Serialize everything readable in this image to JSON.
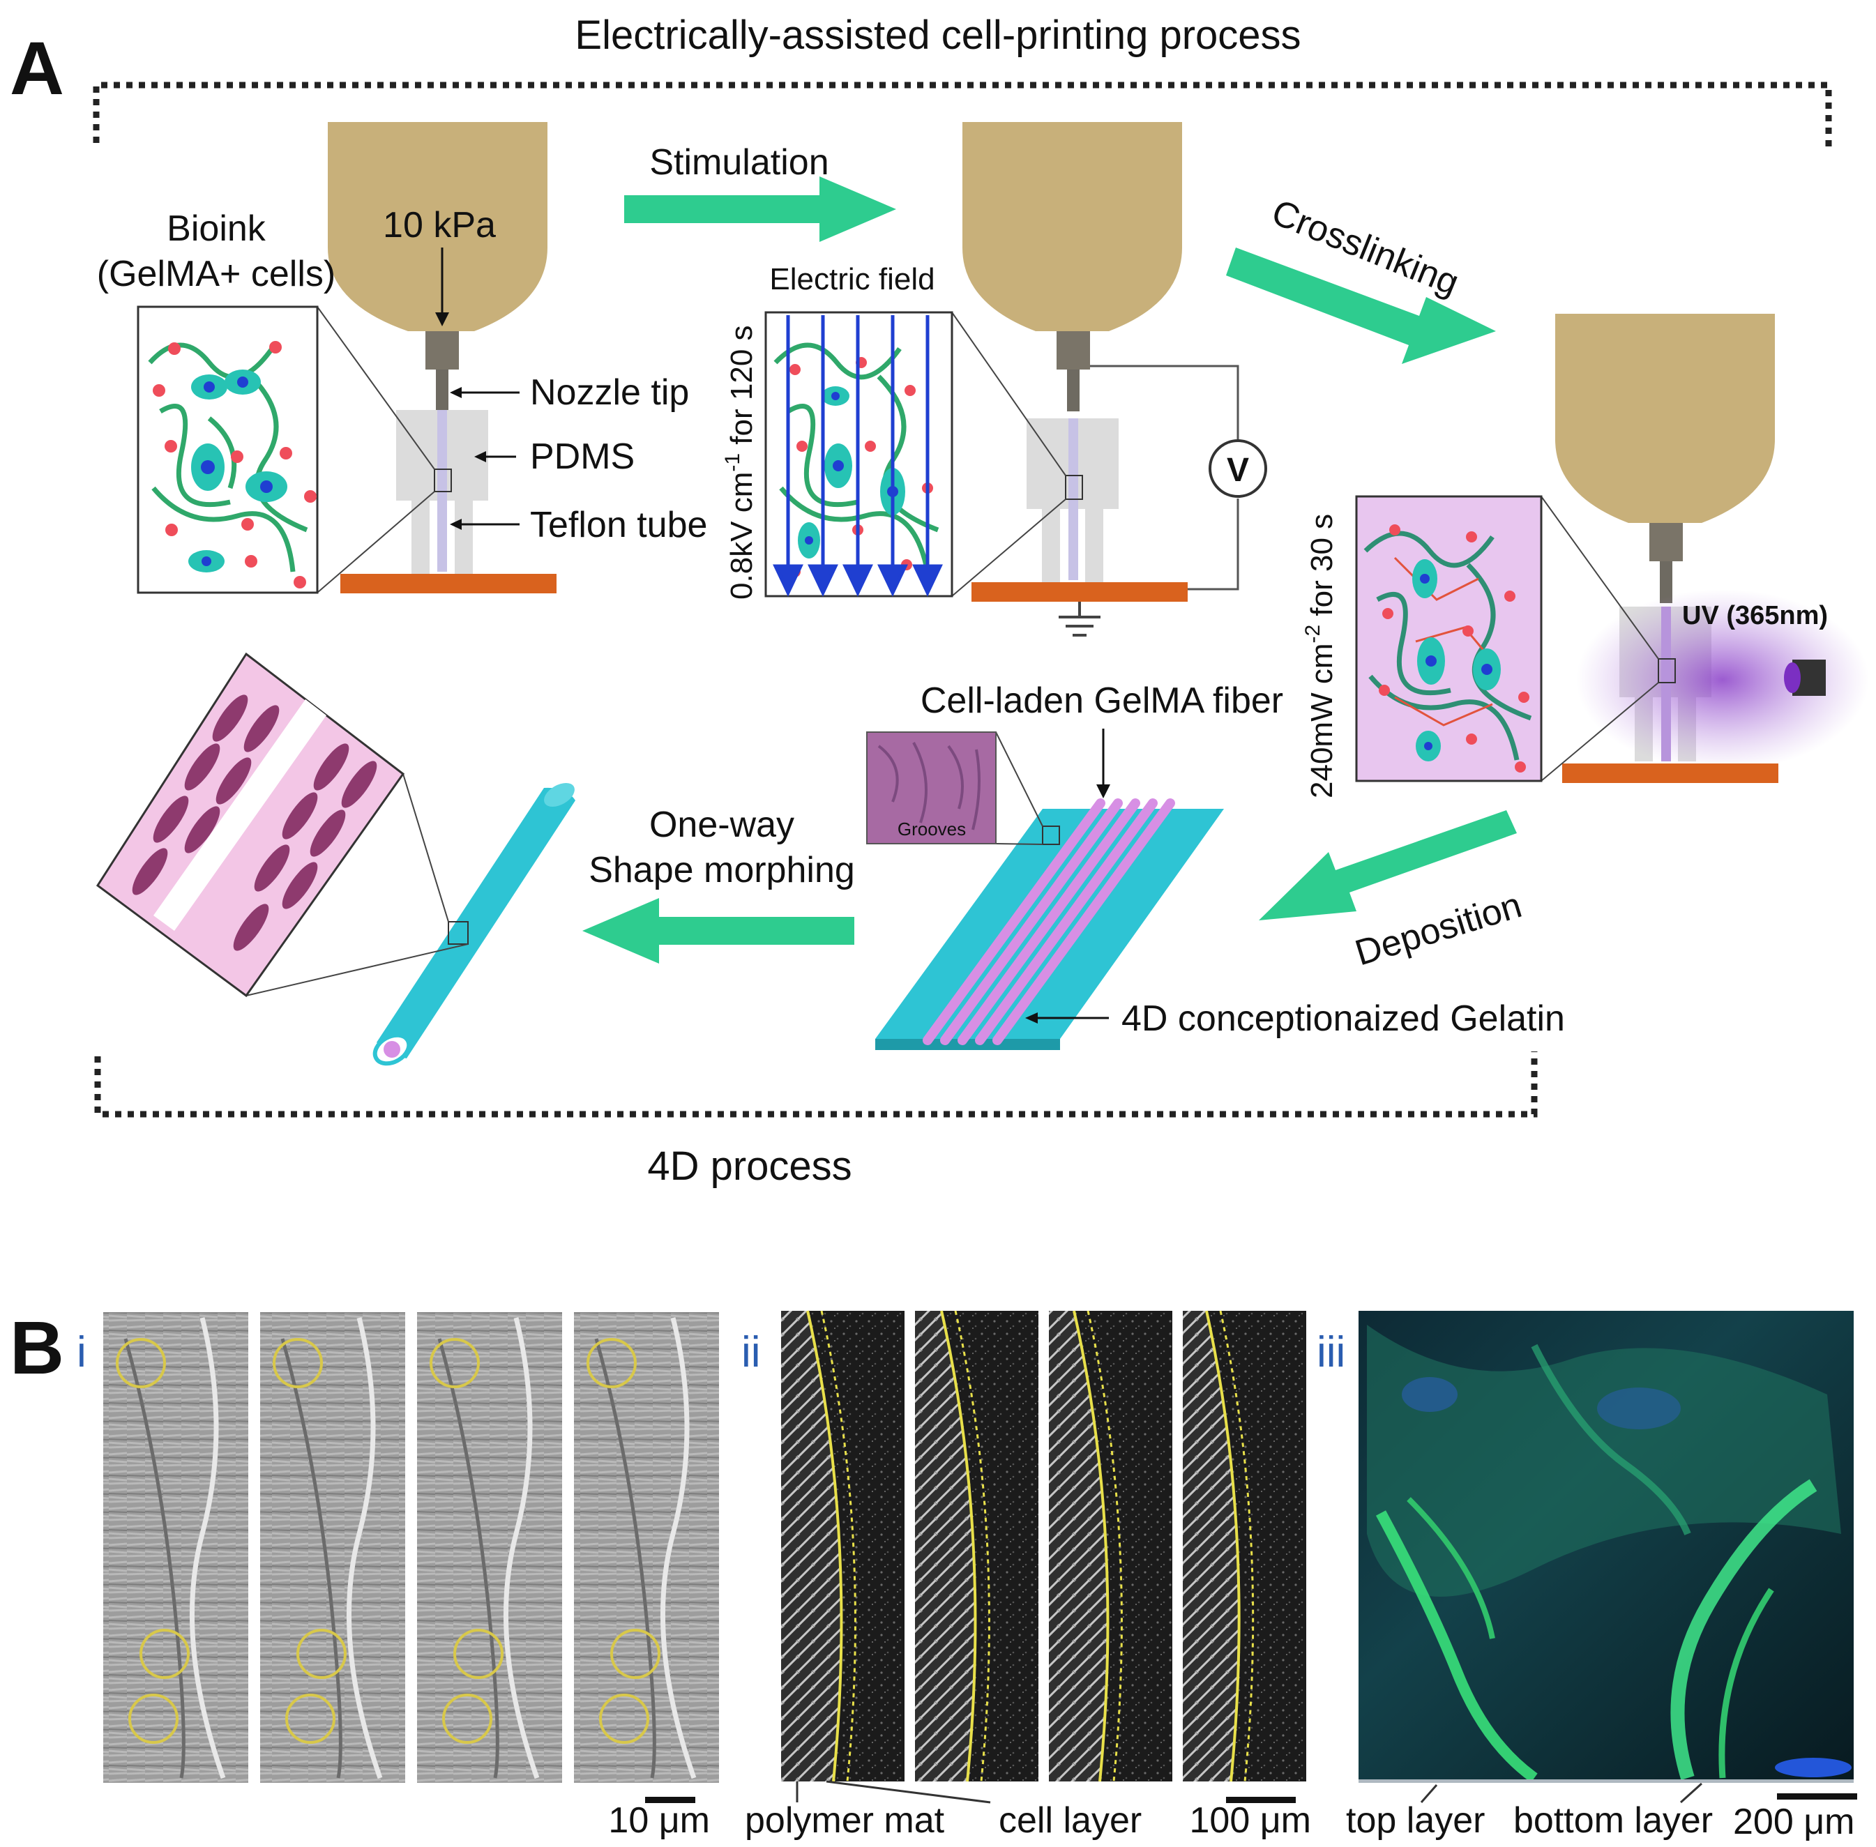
{
  "panel_a": {
    "letter": "A",
    "title": "Electrically-assisted cell-printing process",
    "bottom_title": "4D process",
    "stage1": {
      "bioink_line1": "Bioink",
      "bioink_line2": "(GelMA+ cells)",
      "pressure": "10 kPa",
      "nozzle_tip": "Nozzle tip",
      "pdms": "PDMS",
      "teflon_tube": "Teflon tube"
    },
    "arrow_stimulation": "Stimulation",
    "stage2": {
      "electric_field": "Electric field",
      "field_condition": "0.8kV cm",
      "field_exponent": "-1",
      "field_duration": " for 120 s",
      "voltmeter": "V"
    },
    "arrow_crosslinking": "Crosslinking",
    "stage3": {
      "uv_condition": "240mW cm",
      "uv_exponent": "-2",
      "uv_duration": " for 30 s",
      "uv_label": "UV (365nm)"
    },
    "arrow_deposition": "Deposition",
    "stage4": {
      "fiber_label": "Cell-laden GelMA fiber",
      "grooves": "Grooves",
      "gelatin_label": "4D conceptionaized Gelatin"
    },
    "arrow_morphing_line1": "One-way",
    "arrow_morphing_line2": "Shape morphing"
  },
  "panel_b": {
    "letter": "B",
    "sub_i": "i",
    "sub_ii": "ii",
    "sub_iii": "iii",
    "scale_i": "10 μm",
    "polymer_mat": "polymer mat",
    "cell_layer": "cell layer",
    "scale_ii": "100 μm",
    "top_layer": "top layer",
    "bottom_layer": "bottom layer",
    "scale_iii": "200 μm"
  },
  "colors": {
    "reservoir": "#c8b07a",
    "arrow_green": "#2ecc8f",
    "field_blue": "#1f3fd1",
    "substrate": "#d9621e",
    "gelma_pink": "#e8c6ef",
    "gelatin_cyan": "#2ec4d4",
    "uv_purple": "#9a5bd0"
  }
}
